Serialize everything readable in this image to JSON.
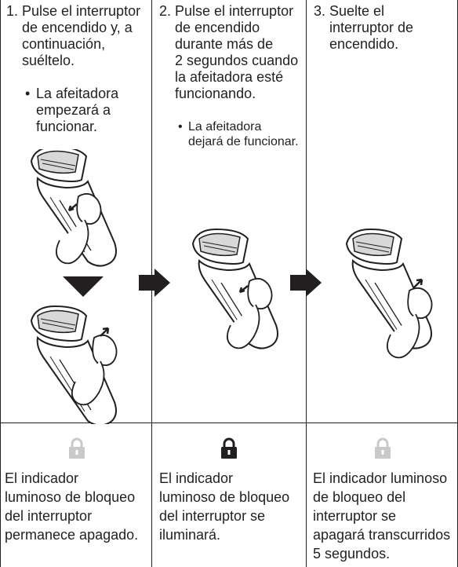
{
  "steps": [
    {
      "number": "1.",
      "text_lines": [
        "Pulse el interruptor",
        "de encendido y, a",
        "continuación,",
        "suéltelo."
      ],
      "bullet": "•",
      "note_lines": [
        "La afeitadora",
        "empezará a",
        "funcionar."
      ]
    },
    {
      "number": "2.",
      "text_lines": [
        "Pulse el interruptor",
        "de encendido",
        "durante más de",
        "2 segundos cuando",
        "la afeitadora esté",
        "funcionando."
      ],
      "bullet": "•",
      "note_lines": [
        "La afeitadora",
        "dejará de funcionar."
      ]
    },
    {
      "number": "3.",
      "text_lines": [
        "Suelte el",
        "interruptor de",
        "encendido."
      ]
    }
  ],
  "results": [
    {
      "lock_state": "off",
      "lines": [
        "El indicador",
        "luminoso de bloqueo",
        "del interruptor",
        "permanece apagado."
      ]
    },
    {
      "lock_state": "on",
      "lines": [
        "El indicador",
        "luminoso de bloqueo",
        "del interruptor se",
        "iluminará."
      ]
    },
    {
      "lock_state": "off",
      "lines": [
        "El indicador luminoso",
        "de bloqueo del",
        "interruptor se",
        "apagará transcurridos",
        "5 segundos."
      ]
    }
  ],
  "colors": {
    "ink": "#231f20",
    "lock_off": "#c9c9c9",
    "lock_on": "#231f20"
  },
  "icons": [
    "lock-icon",
    "arrow-right-icon",
    "arrow-down-icon",
    "shaver-icon",
    "hand-icon"
  ]
}
